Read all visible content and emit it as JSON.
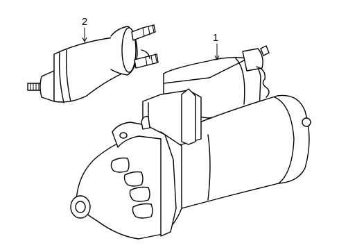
{
  "callouts": [
    {
      "number": "1",
      "part": "starter-motor"
    },
    {
      "number": "2",
      "part": "solenoid"
    }
  ],
  "colors": {
    "line": "#000000",
    "background": "#ffffff"
  }
}
